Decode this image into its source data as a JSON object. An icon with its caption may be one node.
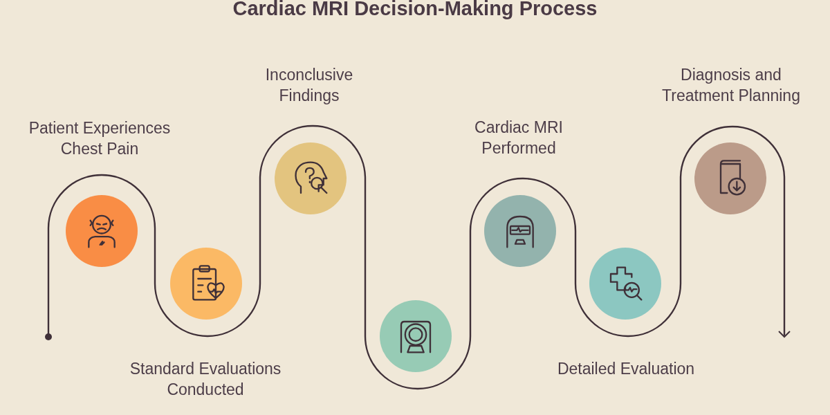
{
  "diagram": {
    "title": "Cardiac MRI Decision-Making Process",
    "nodes": [
      {
        "text": [
          "Patient Experiences Chest Pain"
        ]
      },
      {
        "text": [
          "Standard Evaluations Conducted"
        ]
      },
      {
        "text": [
          "Inconclusive Findings"
        ]
      },
      {
        "text": [],
        "shape": "circle"
      },
      {
        "text": [
          "Cardiac MRI Performed"
        ]
      },
      {
        "text": [
          "Detailed Evaluation"
        ]
      },
      {
        "text": [
          "Diagnosis and Treatment Planning"
        ]
      }
    ]
  }
}
